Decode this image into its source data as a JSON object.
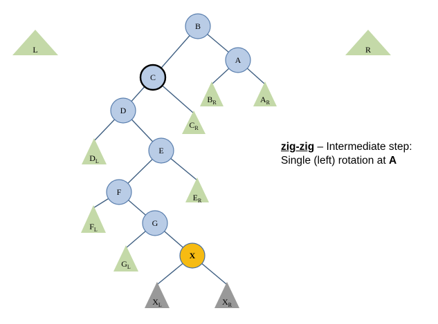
{
  "colors": {
    "edge": "#3f5f82",
    "node_fill": "#b9cce6",
    "node_stroke": "#5a7fae",
    "current_node_stroke": "#000000",
    "x_node_fill": "#f6bb12",
    "x_node_stroke": "#4a6f9c",
    "subtree_green": "#c4d9a8",
    "subtree_gray": "#999999"
  },
  "nodes": [
    {
      "id": "B",
      "label": "B",
      "style": "normal"
    },
    {
      "id": "A",
      "label": "A",
      "style": "normal"
    },
    {
      "id": "C",
      "label": "C",
      "style": "current"
    },
    {
      "id": "D",
      "label": "D",
      "style": "normal"
    },
    {
      "id": "E",
      "label": "E",
      "style": "normal"
    },
    {
      "id": "F",
      "label": "F",
      "style": "normal"
    },
    {
      "id": "G",
      "label": "G",
      "style": "normal"
    },
    {
      "id": "X",
      "label": "X",
      "style": "highlight"
    }
  ],
  "subtrees": [
    {
      "id": "L",
      "label": "L",
      "sub": "",
      "color": "green"
    },
    {
      "id": "R",
      "label": "R",
      "sub": "",
      "color": "green"
    },
    {
      "id": "BR",
      "label": "B",
      "sub": "R",
      "color": "green"
    },
    {
      "id": "AR",
      "label": "A",
      "sub": "R",
      "color": "green"
    },
    {
      "id": "CR",
      "label": "C",
      "sub": "R",
      "color": "green"
    },
    {
      "id": "DL",
      "label": "D",
      "sub": "L",
      "color": "green"
    },
    {
      "id": "ER",
      "label": "E",
      "sub": "R",
      "color": "green"
    },
    {
      "id": "FL",
      "label": "F",
      "sub": "L",
      "color": "green"
    },
    {
      "id": "GL",
      "label": "G",
      "sub": "L",
      "color": "green"
    },
    {
      "id": "XL",
      "label": "X",
      "sub": "L",
      "color": "gray"
    },
    {
      "id": "XR",
      "label": "X",
      "sub": "R",
      "color": "gray"
    }
  ],
  "edges": [
    {
      "from": "B",
      "to": "C"
    },
    {
      "from": "B",
      "to": "A"
    },
    {
      "from": "A",
      "to": "BR"
    },
    {
      "from": "A",
      "to": "AR"
    },
    {
      "from": "C",
      "to": "D"
    },
    {
      "from": "C",
      "to": "CR"
    },
    {
      "from": "D",
      "to": "DL"
    },
    {
      "from": "D",
      "to": "E"
    },
    {
      "from": "E",
      "to": "F"
    },
    {
      "from": "E",
      "to": "ER"
    },
    {
      "from": "F",
      "to": "FL"
    },
    {
      "from": "F",
      "to": "G"
    },
    {
      "from": "G",
      "to": "GL"
    },
    {
      "from": "G",
      "to": "X"
    },
    {
      "from": "X",
      "to": "XL"
    },
    {
      "from": "X",
      "to": "XR"
    }
  ],
  "caption": {
    "keyword": "zig-zig",
    "text": " – Intermediate step:  Single (left) rotation at ",
    "target": "A"
  }
}
